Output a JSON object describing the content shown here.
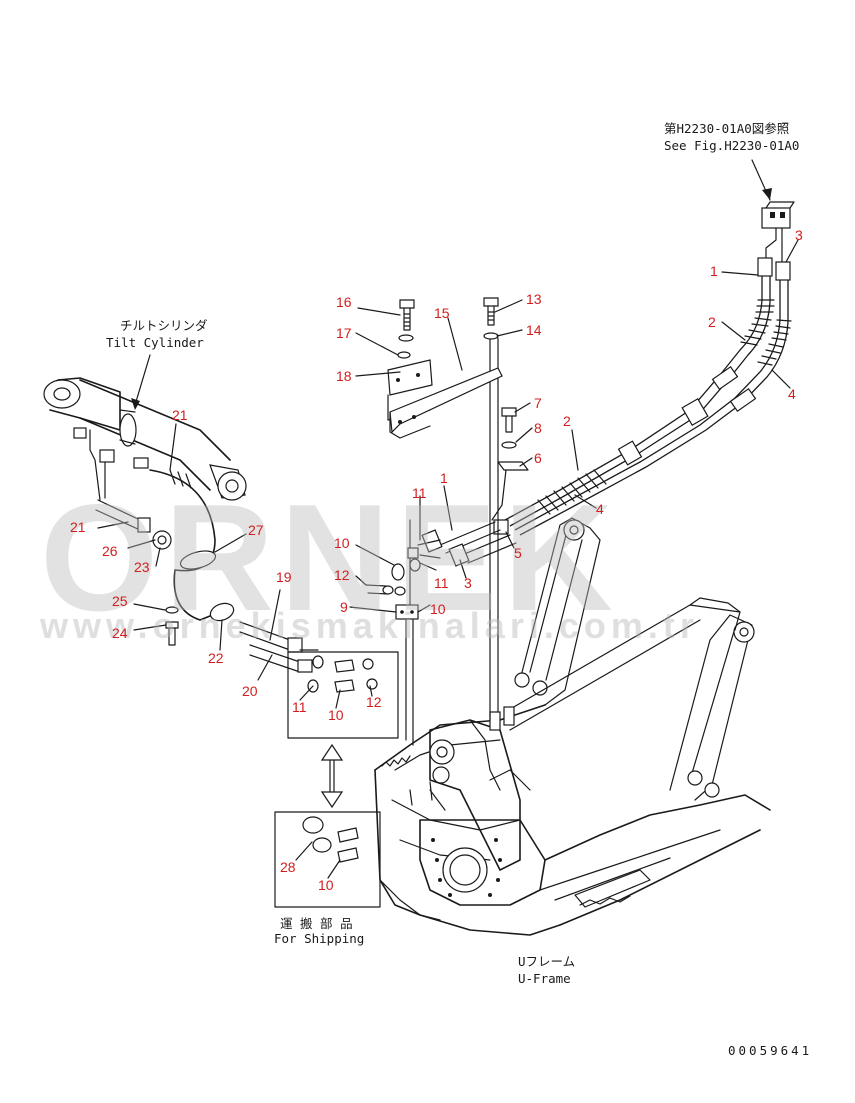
{
  "references": {
    "see_fig_jp": "第H2230-01A0図参照",
    "see_fig_en": "See Fig.H2230-01A0"
  },
  "labels": {
    "tilt_cylinder_jp": "チルトシリンダ",
    "tilt_cylinder_en": "Tilt Cylinder",
    "for_shipping_jp": "運 搬 部 品",
    "for_shipping_en": "For Shipping",
    "u_frame_jp": "Uフレーム",
    "u_frame_en": "U-Frame",
    "drawing_number": "00059641"
  },
  "watermark": {
    "brand": "ORNEK",
    "url": "www.ornekismakinalari.com.tr",
    "color": "#b9b9b9"
  },
  "callout_color": "#d11f1f",
  "callouts": [
    {
      "id": "c-1a",
      "text": "1"
    },
    {
      "id": "c-3a",
      "text": "3"
    },
    {
      "id": "c-2a",
      "text": "2"
    },
    {
      "id": "c-4a",
      "text": "4"
    },
    {
      "id": "c-16",
      "text": "16"
    },
    {
      "id": "c-13",
      "text": "13"
    },
    {
      "id": "c-17",
      "text": "17"
    },
    {
      "id": "c-15",
      "text": "15"
    },
    {
      "id": "c-14",
      "text": "14"
    },
    {
      "id": "c-18",
      "text": "18"
    },
    {
      "id": "c-7",
      "text": "7"
    },
    {
      "id": "c-8",
      "text": "8"
    },
    {
      "id": "c-2b",
      "text": "2"
    },
    {
      "id": "c-6",
      "text": "6"
    },
    {
      "id": "c-21a",
      "text": "21"
    },
    {
      "id": "c-1b",
      "text": "1"
    },
    {
      "id": "c-4b",
      "text": "4"
    },
    {
      "id": "c-11a",
      "text": "11"
    },
    {
      "id": "c-21b",
      "text": "21"
    },
    {
      "id": "c-27",
      "text": "27"
    },
    {
      "id": "c-26",
      "text": "26"
    },
    {
      "id": "c-23",
      "text": "23"
    },
    {
      "id": "c-10a",
      "text": "10"
    },
    {
      "id": "c-5",
      "text": "5"
    },
    {
      "id": "c-12a",
      "text": "12"
    },
    {
      "id": "c-11b",
      "text": "11"
    },
    {
      "id": "c-3b",
      "text": "3"
    },
    {
      "id": "c-19",
      "text": "19"
    },
    {
      "id": "c-9",
      "text": "9"
    },
    {
      "id": "c-10b",
      "text": "10"
    },
    {
      "id": "c-25",
      "text": "25"
    },
    {
      "id": "c-24",
      "text": "24"
    },
    {
      "id": "c-22",
      "text": "22"
    },
    {
      "id": "c-20",
      "text": "20"
    },
    {
      "id": "c-11c",
      "text": "11"
    },
    {
      "id": "c-10c",
      "text": "10"
    },
    {
      "id": "c-12b",
      "text": "12"
    },
    {
      "id": "c-28",
      "text": "28"
    },
    {
      "id": "c-10d",
      "text": "10"
    }
  ]
}
